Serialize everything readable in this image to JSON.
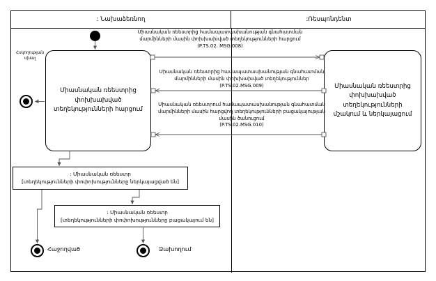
{
  "diagram": {
    "type": "uml-activity-diagram",
    "lanes": [
      {
        "id": "initiator",
        "label": ": Նախաձեռնող"
      },
      {
        "id": "respondent",
        "label": ":Ռեսպոնդենտ"
      }
    ],
    "activities": [
      {
        "id": "request",
        "lane": "initiator",
        "text": "Միասնական ռեեստրից փոխխախված տեղեկությունների հարցում"
      },
      {
        "id": "process",
        "lane": "respondent",
        "text": "Միասնական ռեեստրից փոխխախված տեղեկությունների մշակում և ներկայացում"
      }
    ],
    "messages": [
      {
        "id": "msg008",
        "code": "(P.TS.02. MSG.008)",
        "text": "Միասնական ռեեստրից համապատասխանության գնահատման մարմինների մասին փոխխախված տեղեկությունների հարցում\n(P.TS.02. MSG.008)",
        "direction": "initiator-to-respondent"
      },
      {
        "id": "msg009",
        "code": "(P.TS.02.MSG.009)",
        "text": "Միասնական ռեեստրից համապատասխանության գնահատման մարմինների մասին փոխխախված տեղեկություններ (P.TS.02.MSG.009)",
        "direction": "respondent-to-initiator"
      },
      {
        "id": "msg010",
        "code": "(P.TS.02.MSG.010)",
        "text": "Միասնական ռեեստրում համապատասխանության գնահատման մարմինների մասին հարցվող տեղեկությունների բացակայության մասին ծանուցում\n(P.TS.02.MSG.010)",
        "direction": "respondent-to-initiator"
      }
    ],
    "notes": [
      {
        "id": "note-updated",
        "title": ": Միասնական ռեեստր",
        "state": "[տեղեկությունների փոփոխությունները ներկայացված են]"
      },
      {
        "id": "note-absent",
        "title": ": Միասնական ռեեստր",
        "state": "[տեղեկությունների փոփոխությունները բացակայում են]"
      }
    ],
    "side_caption": "Հսկողության\nսխալ",
    "end_nodes": [
      {
        "id": "success",
        "label": "Հաջողված"
      },
      {
        "id": "failure",
        "label": "Ձախողում"
      }
    ],
    "colors": {
      "stroke": "#000000",
      "background": "#ffffff",
      "text": "#000000"
    }
  }
}
